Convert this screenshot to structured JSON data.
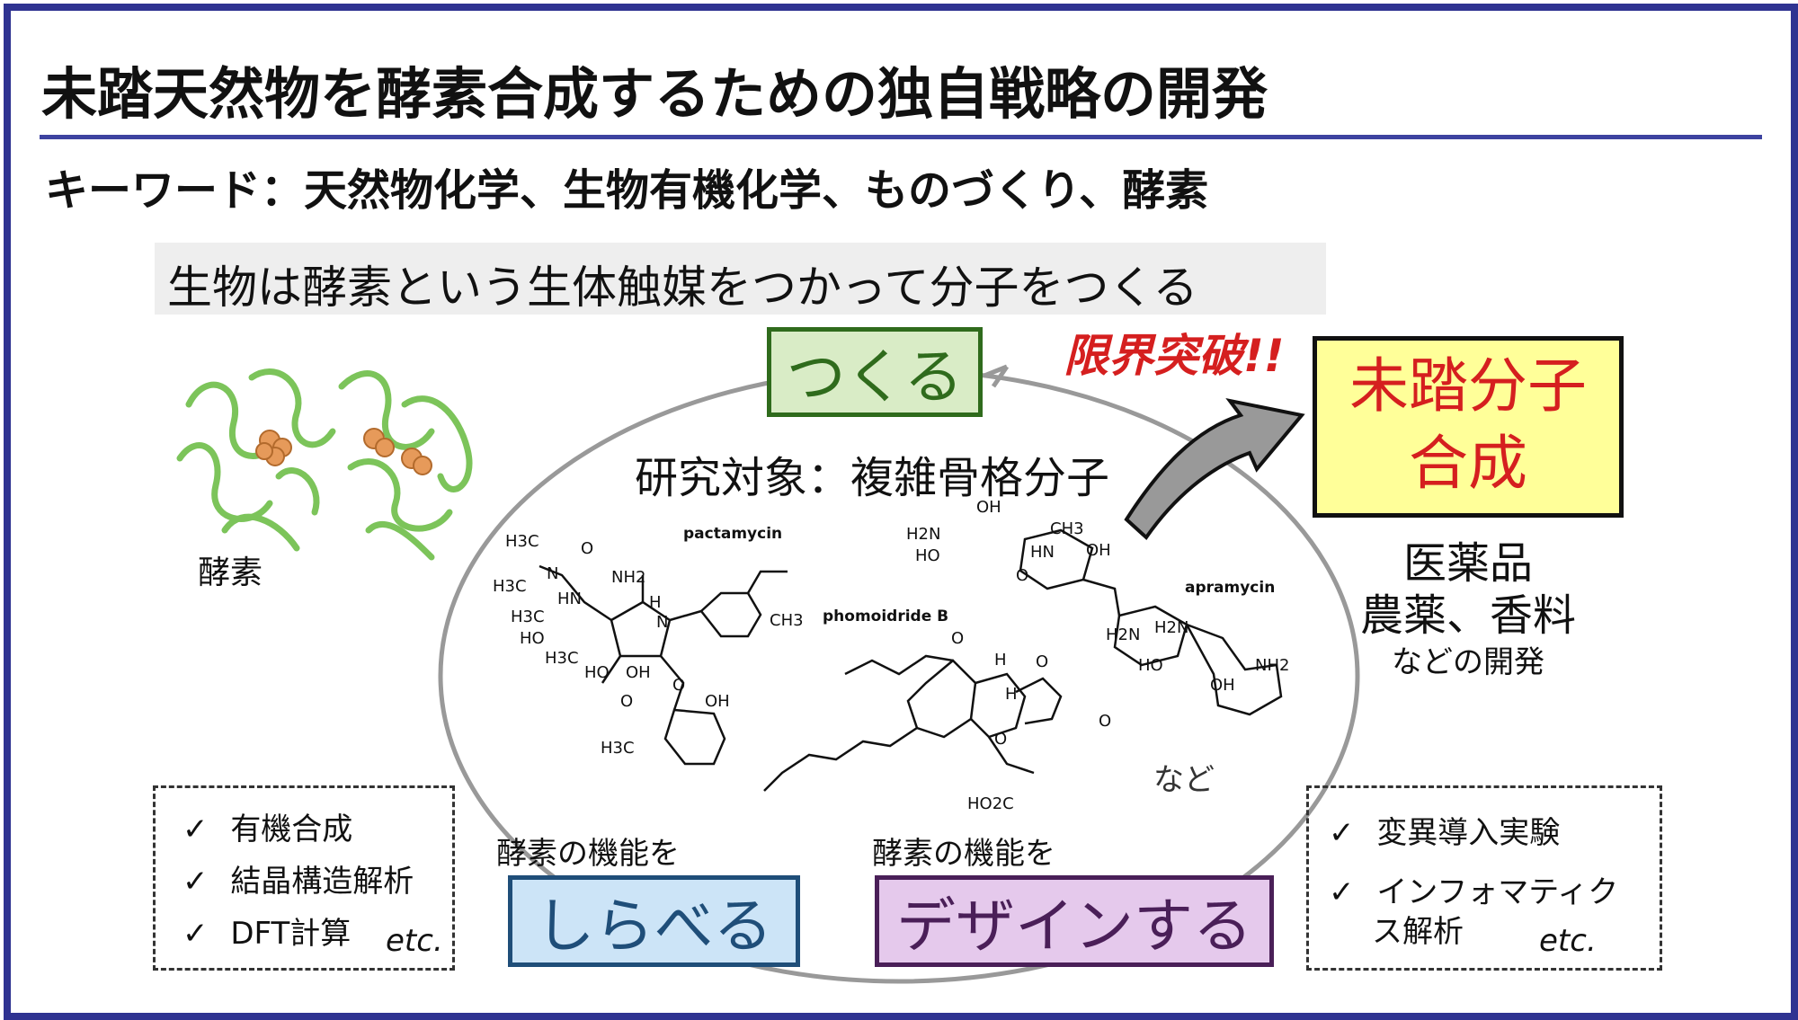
{
  "title": "未踏天然物を酵素合成するための独自戦略の開発",
  "keywords": "キーワード：天然物化学、生物有機化学、ものづくり、酵素",
  "banner": "生物は酵素という生体触媒をつかって分子をつくる",
  "cycle": {
    "make": "つくる",
    "investigate": "しらべる",
    "design": "デザインする"
  },
  "breakthrough": "限界突破!!",
  "target": {
    "line1": "未踏分子",
    "line2": "合成"
  },
  "research_target": "研究対象：複雑骨格分子",
  "enzyme_label": "酵素",
  "applications": {
    "line1": "医薬品",
    "line2": "農薬、香料",
    "line3": "などの開発"
  },
  "left_methods": {
    "items": [
      "有機合成",
      "結晶構造解析",
      "DFT計算"
    ],
    "etc": "etc."
  },
  "right_methods": {
    "items": [
      "変異導入実験",
      "インフォマティク",
      "ス解析"
    ],
    "etc": "etc."
  },
  "function_left": "酵素の機能を",
  "function_right": "酵素の機能を",
  "etc_molecules": "など",
  "check_mark": "✓",
  "molecules": {
    "pactamycin": "pactamycin",
    "phomoidride": "phomoidride B",
    "apramycin": "apramycin",
    "atoms": {
      "h3c": "H3C",
      "n": "N",
      "o": "O",
      "hn": "HN",
      "nh2": "NH2",
      "h": "H",
      "ho": "HO",
      "oh": "OH",
      "h2n": "H2N",
      "ch3": "CH3",
      "ho2c": "HO2C"
    }
  }
}
